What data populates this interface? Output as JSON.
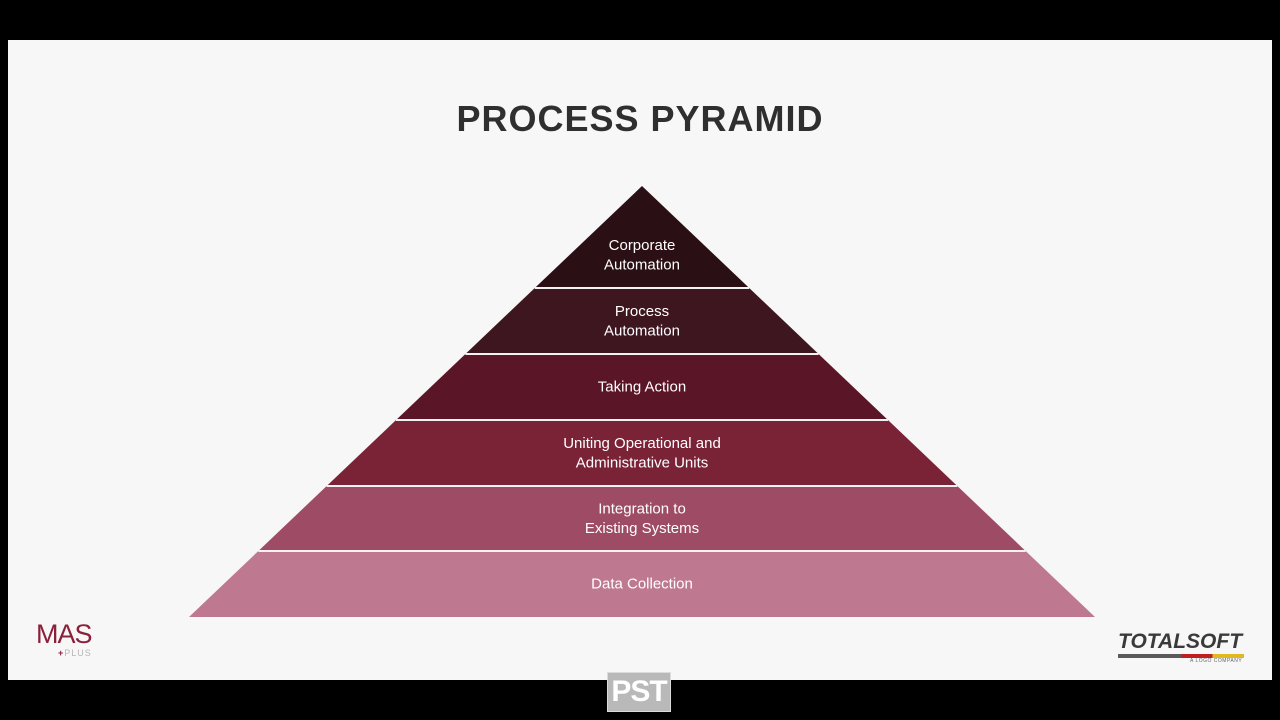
{
  "slide": {
    "title": "PROCESS PYRAMID",
    "tiers": [
      {
        "lines": [
          "Corporate",
          "Automation"
        ],
        "color": "#2a0f14"
      },
      {
        "lines": [
          "Process",
          "Automation"
        ],
        "color": "#3e1620"
      },
      {
        "lines": [
          "Taking Action"
        ],
        "color": "#5a1527"
      },
      {
        "lines": [
          "Uniting Operational and",
          "Administrative Units"
        ],
        "color": "#7a2236"
      },
      {
        "lines": [
          "Integration to",
          "Existing Systems"
        ],
        "color": "#9e4b65"
      },
      {
        "lines": [
          "Data Collection"
        ],
        "color": "#be788f"
      }
    ]
  },
  "logos": {
    "left": {
      "main": "MAS",
      "sub_plus": "+",
      "sub": "PLUS"
    },
    "right": {
      "main": "TOTALSOFT",
      "tagline": "A LOGO COMPANY"
    }
  },
  "overlay": {
    "bug": "PST"
  }
}
